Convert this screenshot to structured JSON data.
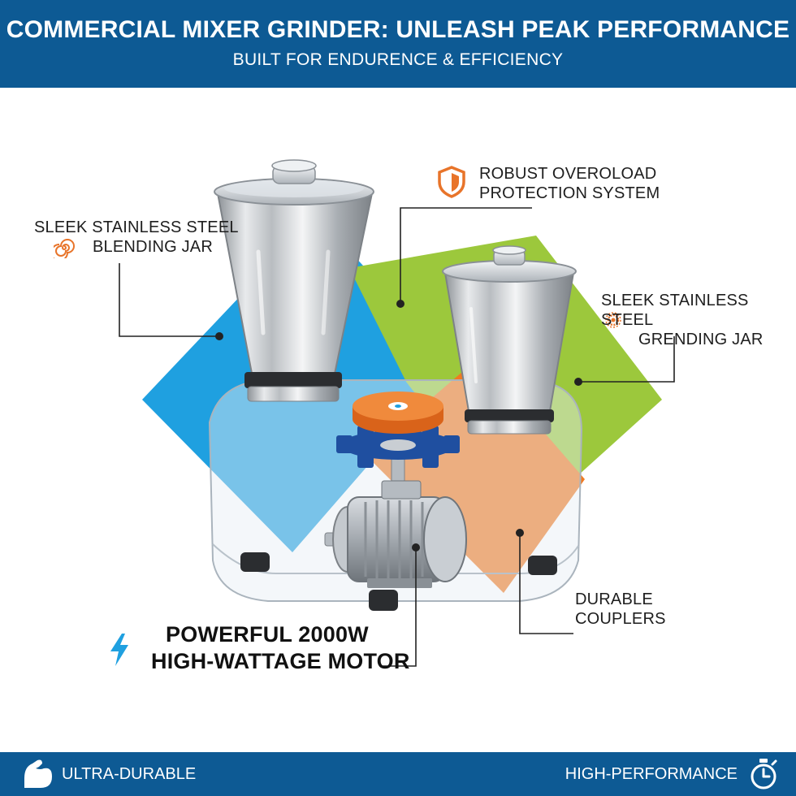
{
  "header": {
    "title": "COMMERCIAL MIXER GRINDER: UNLEASH PEAK PERFORMANCE",
    "subtitle": "BUILT FOR ENDURENCE & EFFICIENCY"
  },
  "callouts": {
    "blending_jar": {
      "line1": "SLEEK STAINLESS STEEL",
      "line2": "BLENDING JAR",
      "icon": "spiral-icon"
    },
    "overload": {
      "line1": "ROBUST OVEROLOAD",
      "line2": "PROTECTION SYSTEM",
      "icon": "shield-icon"
    },
    "grinding_jar": {
      "line1": "SLEEK STAINLESS STEEL",
      "line2": "GRENDING JAR",
      "icon": "gear-icon"
    },
    "couplers": {
      "line1": "DURABLE",
      "line2": "COUPLERS"
    },
    "motor": {
      "line1": "POWERFUL 2000W",
      "line2": "HIGH-WATTAGE MOTOR",
      "icon": "lightning-icon"
    }
  },
  "footer": {
    "left_label": "ULTRA-DURABLE",
    "left_icon": "flexed-arm-icon",
    "right_label": "HIGH-PERFORMANCE",
    "right_icon": "stopwatch-icon"
  },
  "colors": {
    "brand_blue": "#0d5a94",
    "accent_blue": "#1fa0e0",
    "accent_green": "#9cc83c",
    "accent_orange": "#f07a22",
    "gear_blue": "#1f4fa0",
    "icon_orange": "#e8742a"
  }
}
